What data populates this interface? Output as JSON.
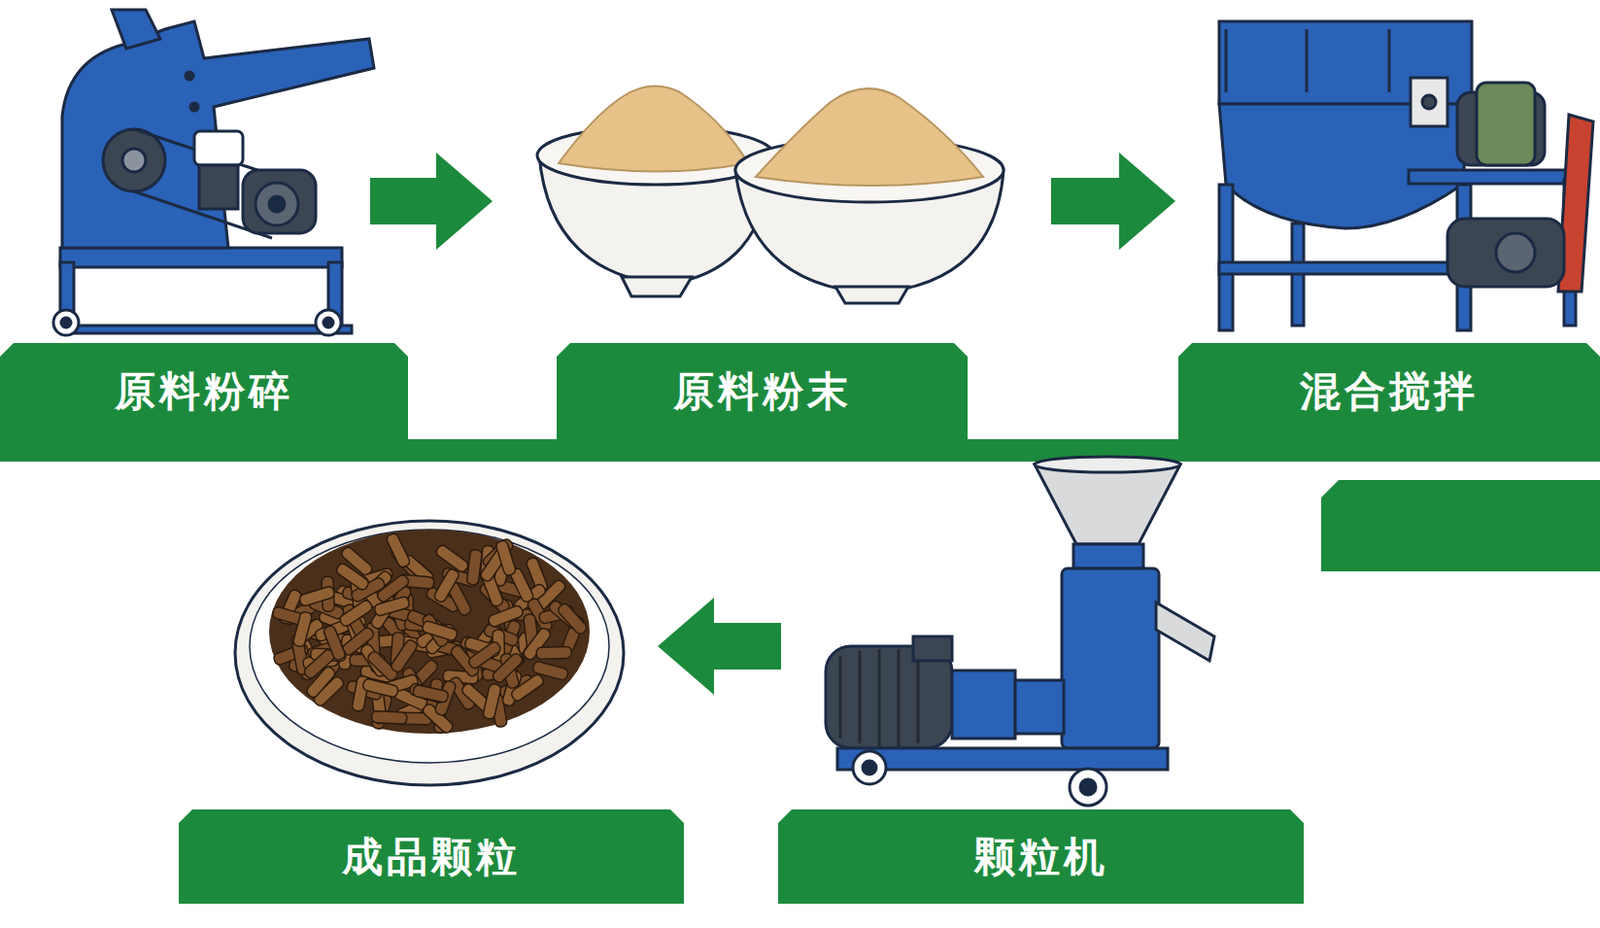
{
  "diagram": {
    "nodes": [
      {
        "text": [
          "原料粉碎"
        ]
      },
      {
        "text": [
          "原料粉末"
        ]
      },
      {
        "text": [
          "混合搅拌"
        ]
      },
      {
        "text": [
          "颗粒机"
        ]
      },
      {
        "text": [
          "成品颗粒"
        ]
      }
    ],
    "edges": [
      {
        "from": 0,
        "to": 1,
        "arrow": "to"
      },
      {
        "from": 1,
        "to": 2,
        "arrow": "to"
      },
      {
        "from": 3,
        "to": 4,
        "arrow": "to"
      }
    ]
  }
}
